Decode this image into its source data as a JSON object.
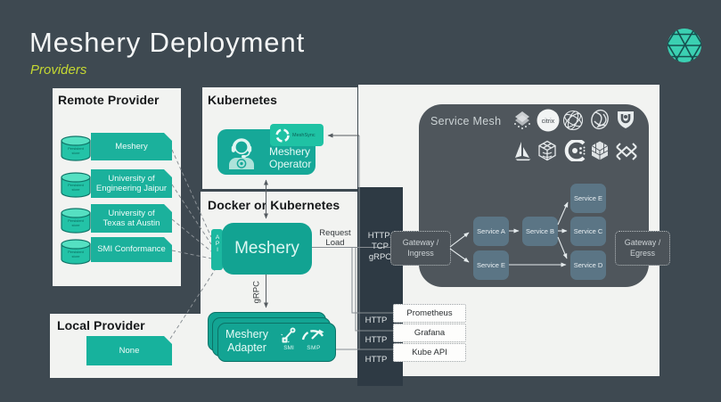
{
  "slide": {
    "title": "Meshery Deployment",
    "subtitle": "Providers"
  },
  "colors": {
    "background": "#3e4951",
    "panel": "#f2f3f1",
    "teal": "#14a796",
    "teal_light": "#25c7a9",
    "strip": "#2e3a44",
    "mesh_container": "#4f565c",
    "service_box": "#5b7585",
    "subtitle_accent": "#c5d832"
  },
  "remote_provider": {
    "title": "Remote Provider",
    "store_label_line1": "Persistent",
    "store_label_line2": "store",
    "items": [
      {
        "label": "Meshery"
      },
      {
        "label": "University of Engineering Jaipur"
      },
      {
        "label": "University of Texas at Austin"
      },
      {
        "label": "SMI Conformance"
      }
    ]
  },
  "local_provider": {
    "title": "Local Provider",
    "item": "None"
  },
  "kubernetes": {
    "title": "Kubernetes",
    "operator_label": "Meshery Operator",
    "meshsync_label": "MeshSync"
  },
  "docker": {
    "title": "Docker or Kubernetes",
    "server_label": "Meshery",
    "api_label": "API",
    "adapter_label": "Meshery Adapter",
    "smi_label": "SMI",
    "smp_label": "SMP"
  },
  "connections": {
    "request_line1": "Request",
    "request_line2": "Load",
    "grpc": "gRPC",
    "protocol_line1": "HTTP/",
    "protocol_line2": "TCP",
    "protocol_line3": "gRPC",
    "http": "HTTP"
  },
  "service_mesh": {
    "title": "Service Mesh",
    "ingress_line1": "Gateway /",
    "ingress_line2": "Ingress",
    "egress_line1": "Gateway /",
    "egress_line2": "Egress",
    "services": [
      "Service A",
      "Service B",
      "Service E",
      "Service C",
      "Service E",
      "Service D"
    ],
    "citrix_text": "citrix",
    "logos": [
      "layers",
      "citrix",
      "network-service-mesh",
      "open-service-mesh",
      "kuma",
      "istio",
      "app-mesh",
      "consul",
      "grey-matter",
      "traefik-mesh"
    ]
  },
  "external": {
    "items": [
      "Prometheus",
      "Grafana",
      "Kube API"
    ]
  }
}
